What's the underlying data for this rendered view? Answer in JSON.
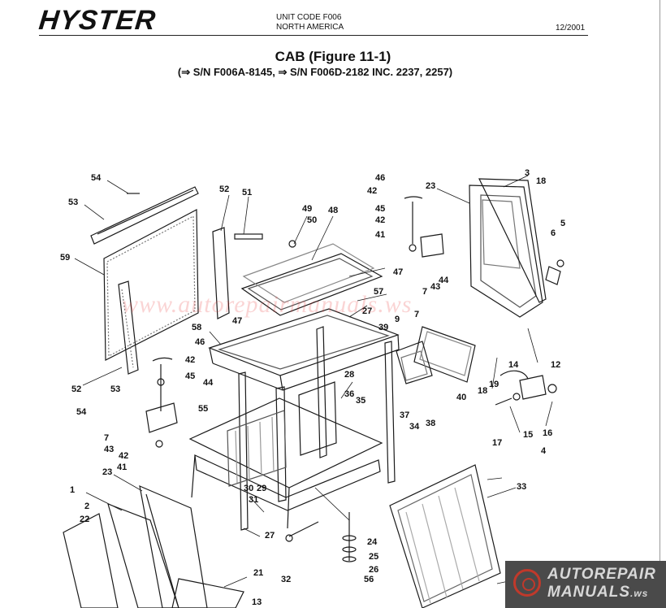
{
  "header": {
    "brand": "HYSTER",
    "unit_code": "UNIT CODE F006",
    "region": "NORTH AMERICA",
    "date": "12/2001"
  },
  "title": "CAB (Figure 11-1)",
  "subtitle": "(⇒ S/N F006A-8145, ⇒ S/N F006D-2182 INC. 2237, 2257)",
  "watermark": "www.autorepairmanuals.ws",
  "badge": {
    "line1": "AUTOREPAIR",
    "line2": "MANUALS",
    "suffix": ".ws"
  },
  "callouts": [
    "54",
    "53",
    "59",
    "52",
    "51",
    "49",
    "50",
    "48",
    "46",
    "42",
    "45",
    "42",
    "41",
    "47",
    "47",
    "23",
    "3",
    "18",
    "5",
    "6",
    "7",
    "43",
    "44",
    "57",
    "27",
    "58",
    "46",
    "42",
    "45",
    "44",
    "55",
    "7",
    "43",
    "42",
    "41",
    "9",
    "7",
    "39",
    "40",
    "36",
    "35",
    "37",
    "34",
    "38",
    "28",
    "30",
    "29",
    "31",
    "27",
    "32",
    "24",
    "25",
    "26",
    "56",
    "1",
    "2",
    "22",
    "23",
    "21",
    "13",
    "12",
    "14",
    "19",
    "18",
    "15",
    "16",
    "17",
    "4",
    "33",
    "18",
    "54",
    "53",
    "52"
  ],
  "colors": {
    "line": "#1a1a1a",
    "watermark": "#e63c3c",
    "badge_bg": "#4a4a4a",
    "badge_accent": "#c0392b"
  }
}
